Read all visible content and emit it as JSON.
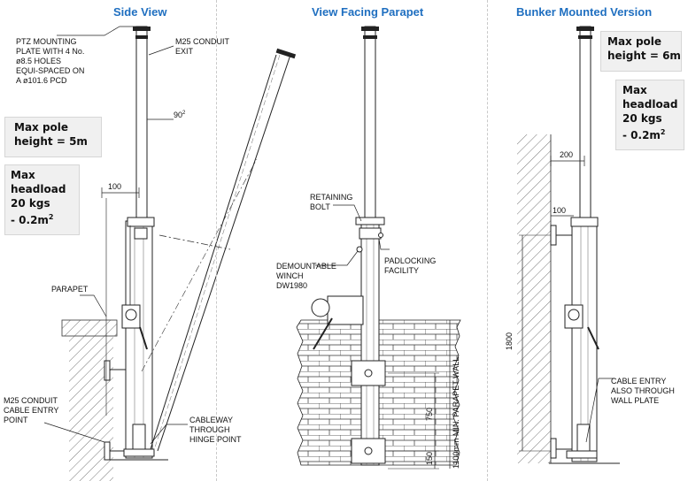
{
  "titles": {
    "side_view": "Side View",
    "view_facing_parapet": "View Facing Parapet",
    "bunker_mounted": "Bunker Mounted Version"
  },
  "side_view": {
    "ptz_plate": "PTZ MOUNTING\nPLATE WITH 4 No.\nø8.5 HOLES\nEQUI-SPACED ON\nA ø101.6 PCD",
    "m25_exit": "M25 CONDUIT\nEXIT",
    "angle": "90",
    "angle_sup": "2",
    "max_pole": "Max pole\nheight = 5m",
    "max_headload": "Max\nheadload\n20 kgs\n- 0.2m",
    "max_headload_sup": "2",
    "dim_100": "100",
    "parapet": "PARAPET",
    "m25_entry": "M25 CONDUIT\nCABLE ENTRY\nPOINT",
    "cableway": "CABLEWAY\nTHROUGH\nHINGE POINT"
  },
  "parapet_view": {
    "retaining_bolt": "RETAINING\nBOLT",
    "padlocking": "PADLOCKING\nFACILITY",
    "winch": "DEMOUNTABLE\nWINCH\nDW1980",
    "dim_750": "750",
    "dim_150": "150",
    "min_wall": "1100mm MIN. PARAPET WALL"
  },
  "bunker_view": {
    "max_pole": "Max pole\nheight = 6m",
    "max_headload": "Max\nheadload\n20 kgs\n- 0.2m",
    "max_headload_sup": "2",
    "dim_200": "200",
    "dim_100": "100",
    "dim_1800": "1800",
    "cable_entry": "CABLE ENTRY\nALSO THROUGH\nWALL PLATE"
  }
}
